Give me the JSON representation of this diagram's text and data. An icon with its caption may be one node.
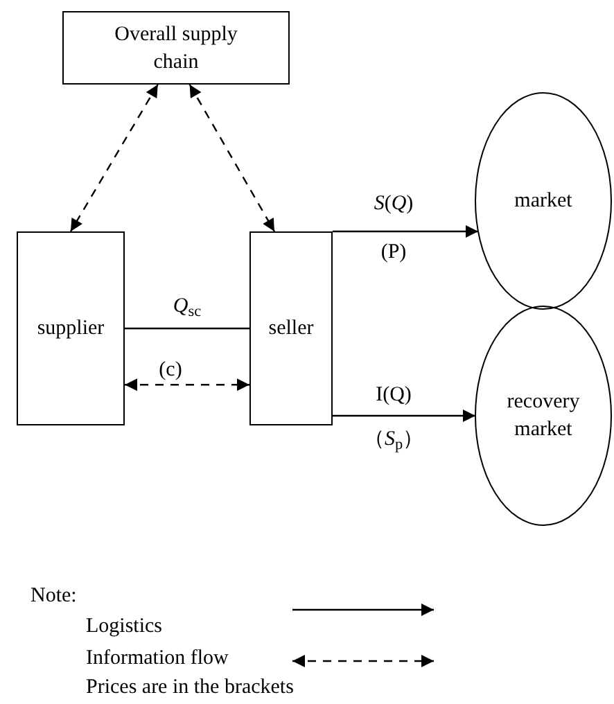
{
  "diagram": {
    "nodes": [
      {
        "text": [
          "Overall supply chain"
        ]
      },
      {
        "text": [
          "supplier"
        ]
      },
      {
        "text": [
          "seller"
        ]
      },
      {
        "text": [
          "market"
        ]
      },
      {
        "text": [
          "recovery market"
        ]
      }
    ],
    "edges": [
      {
        "from": 0,
        "to": 1,
        "arrow": "both",
        "style": "dashed"
      },
      {
        "from": 0,
        "to": 2,
        "arrow": "both",
        "style": "dashed"
      },
      {
        "from": 1,
        "to": 2,
        "arrow": "none",
        "label": "*Q*$_{sc}$"
      },
      {
        "from": 1,
        "to": 2,
        "arrow": "both",
        "style": "dashed",
        "label": "(c)"
      },
      {
        "from": 2,
        "to": 3,
        "arrow": "to",
        "label": "*S*(*Q*)"
      },
      {
        "from": 2,
        "to": 4,
        "arrow": "to",
        "label": "I(Q)"
      }
    ],
    "labels": [
      "(P)",
      "（*S*$_{p}$）",
      "Note:",
      "Prices are in the brackets"
    ],
    "legend": [
      {
        "text": "Logistics"
      },
      {
        "text": "Information flow"
      }
    ]
  }
}
